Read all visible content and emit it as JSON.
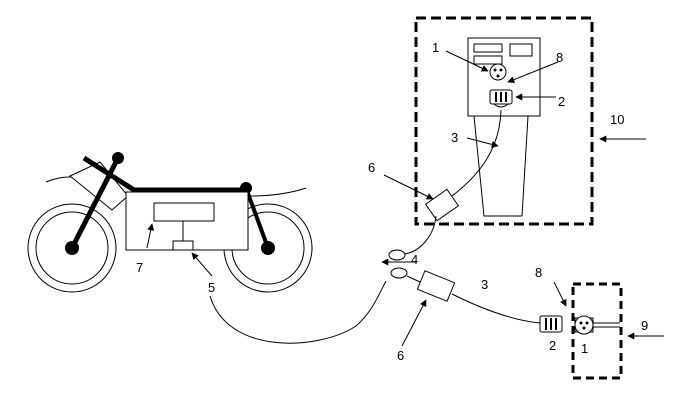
{
  "labels": {
    "l1_station": "1",
    "l8_station": "8",
    "l2_station": "2",
    "l3_station": "3",
    "l10": "10",
    "l6_top": "6",
    "l4": "4",
    "l3_lower": "3",
    "l8_outlet": "8",
    "l2_outlet": "2",
    "l1_outlet": "1",
    "l9": "9",
    "l6_bottom": "6",
    "l7": "7",
    "l5": "5"
  }
}
